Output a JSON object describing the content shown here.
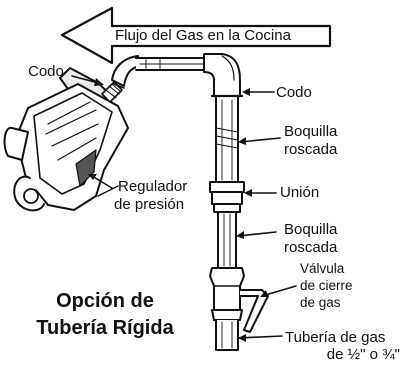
{
  "arrow": {
    "text": "Flujo del Gas en la Cocina"
  },
  "labels": {
    "elbow_left": "Codo",
    "elbow_right": "Codo",
    "nipple_upper_line1": "Boquilla",
    "nipple_upper_line2": "roscada",
    "union": "Unión",
    "nipple_lower_line1": "Boquilla",
    "nipple_lower_line2": "roscada",
    "valve_line1": "Válvula",
    "valve_line2": "de cierre",
    "valve_line3": "de gas",
    "regulator_line1": "Regulador",
    "regulator_line2": "de presión",
    "gas_pipe_line1": "Tubería de gas",
    "gas_pipe_line2": "de ½\" o ¾\""
  },
  "caption": {
    "line1": "Opción de",
    "line2": "Tubería Rígida"
  },
  "colors": {
    "ink": "#111111",
    "fill": "#ffffff",
    "shade": "#3a3a3a"
  }
}
